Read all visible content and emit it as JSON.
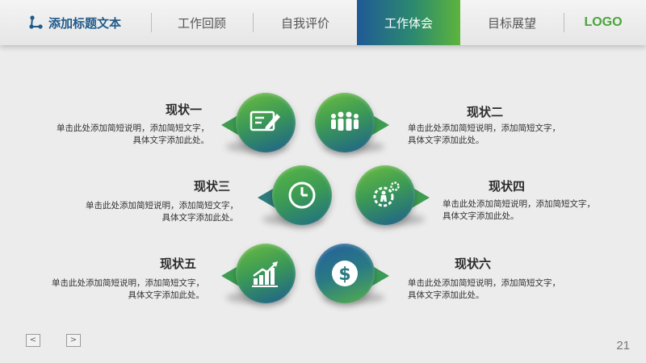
{
  "header": {
    "brand_text": "添加标题文本",
    "tabs": [
      {
        "label": "工作回顾",
        "active": false
      },
      {
        "label": "自我评价",
        "active": false
      },
      {
        "label": "工作体会",
        "active": true
      },
      {
        "label": "目标展望",
        "active": false
      }
    ],
    "logo": "LOGO"
  },
  "items": [
    {
      "title": "现状一",
      "desc1": "单击此处添加简短说明，添加简短文字，",
      "desc2": "具体文字添加此处。",
      "icon": "certificate-pen-icon"
    },
    {
      "title": "现状二",
      "desc1": "单击此处添加简短说明，添加简短文字，",
      "desc2": "具体文字添加此处。",
      "icon": "people-group-icon"
    },
    {
      "title": "现状三",
      "desc1": "单击此处添加简短说明，添加简短文字，",
      "desc2": "具体文字添加此处。",
      "icon": "clock-icon"
    },
    {
      "title": "现状四",
      "desc1": "单击此处添加简短说明，添加简短文字，",
      "desc2": "具体文字添加此处。",
      "icon": "gears-person-icon"
    },
    {
      "title": "现状五",
      "desc1": "单击此处添加简短说明，添加简短文字，",
      "desc2": "具体文字添加此处。",
      "icon": "bar-chart-growth-icon"
    },
    {
      "title": "现状六",
      "desc1": "单击此处添加简短说明，添加简短文字，",
      "desc2": "具体文字添加此处。",
      "icon": "dollar-coin-icon"
    }
  ],
  "footer": {
    "prev": "<",
    "next": ">",
    "page": "21"
  },
  "colors": {
    "accent_green": "#5db43c",
    "accent_blue": "#1f5a96",
    "logo_green": "#4aa53a"
  }
}
